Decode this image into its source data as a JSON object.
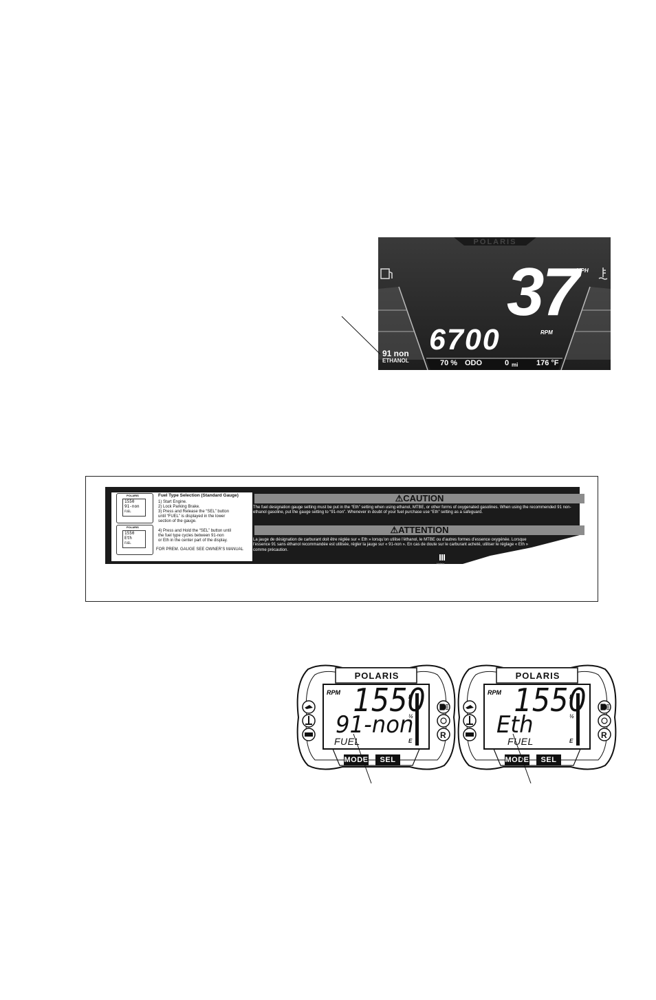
{
  "premium_display": {
    "brand": "POLARIS",
    "speed": "37",
    "speed_unit": "MPH",
    "rpm": "6700",
    "rpm_unit": "RPM",
    "fuel_type": "91 non",
    "fuel_type_sub": "ETHANOL",
    "fuel_percent": "70 %",
    "odo_label": "ODO",
    "odo_value": "0",
    "odo_unit": "mi",
    "temp": "176 °F"
  },
  "decal": {
    "title": "Fuel Type Selection (Standard Gauge)",
    "steps": [
      "1)   Start Engine.",
      "2)   Lock Parking Brake.",
      "3)   Press and Release the “SEL” button",
      "       until “FUEL” is displayed in the lower",
      "       section of the gauge.",
      "4)   Press and Hold the “SEL” button until",
      "       the fuel type cycles between 91-non",
      "       or Eth in the center part of the display."
    ],
    "footer": "FOR PREM. GAUGE SEE OWNER’S MANUAL",
    "caution_heading": "CAUTION",
    "caution_text": "The fuel designation gauge setting must be put in the “Eth” setting when using ethanol, MTBE, or other forms of oxygenated gasolines. When using the recommended 91 non-ethanol gasoline, put the gauge setting to “91-non”. Whenever in doubt of your fuel purchase use “Eth” setting as a safeguard.",
    "attention_heading": "ATTENTION",
    "attention_text": "La jauge de désignation de carburant doit être réglée sur « Eth » lorsqu’on utilise l’éthanol, le MTBE ou d’autres formes d’essence oxygénée. Lorsque l’essence 91 sans éthanol recommandée est utilisée, régler la jauge sur « 91-non ». En cas de doute sur le carburant acheté, utiliser le réglage « Eth » comme précaution.",
    "mini_gauge_1": {
      "brand": "POLARIS",
      "top": "1550",
      "mid": "91-non",
      "low": "FUEL"
    },
    "mini_gauge_2": {
      "brand": "POLARIS",
      "top": "1550",
      "mid": "Eth",
      "low": "FUEL"
    },
    "qr_caption": "Haleia"
  },
  "gauges": [
    {
      "brand": "POLARIS",
      "rpm_label": "RPM",
      "top_value": "1550",
      "mid_value": "91-non",
      "bottom_label": "FUEL",
      "mode_button": "MODE",
      "sel_button": "SEL",
      "full_mark": "F",
      "half_mark": "½",
      "empty_mark": "E"
    },
    {
      "brand": "POLARIS",
      "rpm_label": "RPM",
      "top_value": "1550",
      "mid_value": "Eth",
      "bottom_label": "FUEL",
      "mode_button": "MODE",
      "sel_button": "SEL",
      "full_mark": "F",
      "half_mark": "½",
      "empty_mark": "E"
    }
  ]
}
